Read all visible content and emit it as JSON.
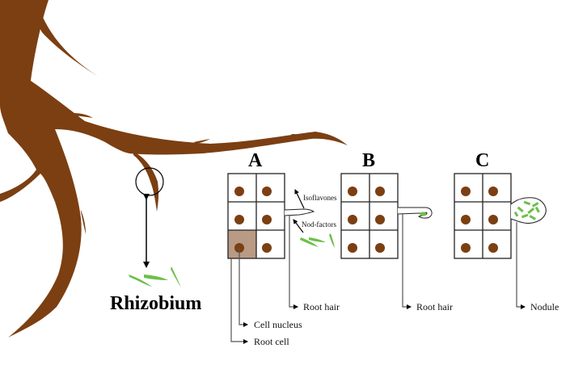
{
  "title_label": "Rhizobium",
  "colors": {
    "root": "#7b3f12",
    "nucleus": "#7b3f12",
    "root_cell_fill": "#b99a85",
    "bacteria": "#6cc04a",
    "line": "#000000",
    "pointer": "#555555"
  },
  "panels": [
    {
      "id": "A",
      "label": "A"
    },
    {
      "id": "B",
      "label": "B"
    },
    {
      "id": "C",
      "label": "C"
    }
  ],
  "annotations": {
    "isoflavones": "Isoflavones",
    "nod_factors": "Nod-factors",
    "root_hair_a": "Root hair",
    "root_hair_b": "Root hair",
    "nodule": "Nodule",
    "cell_nucleus": "Cell nucleus",
    "root_cell": "Root cell"
  }
}
